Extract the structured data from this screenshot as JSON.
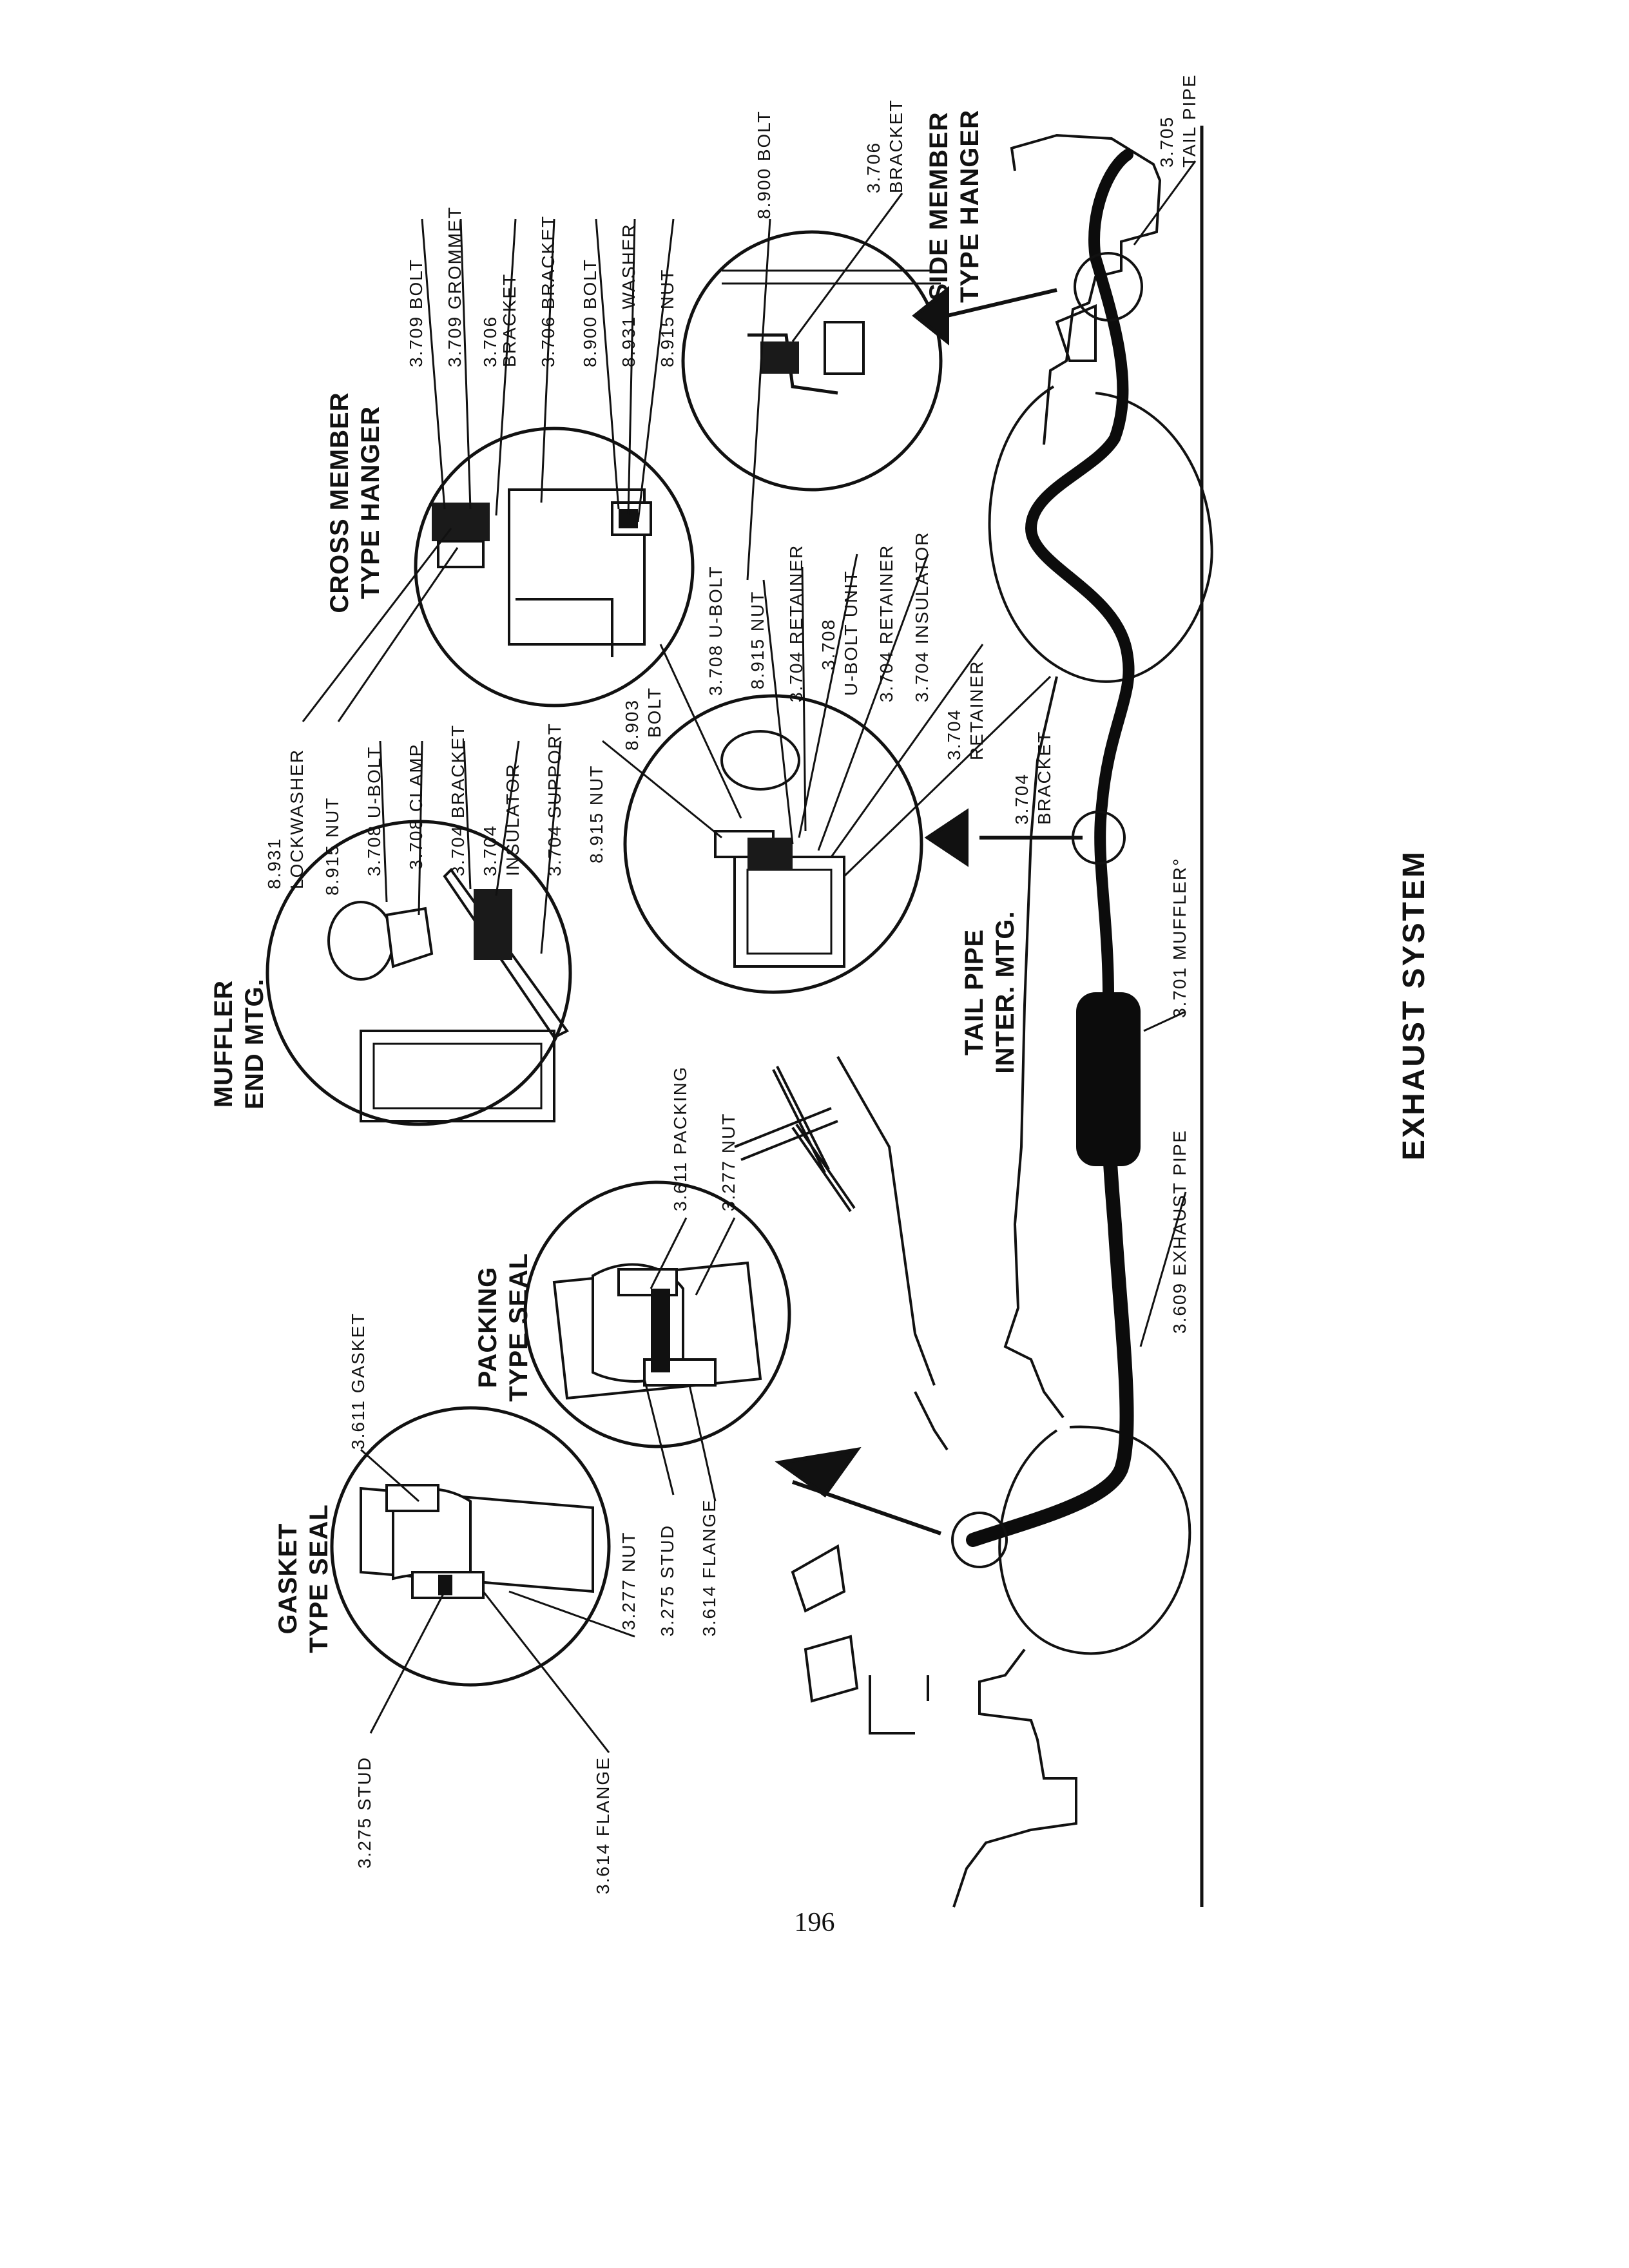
{
  "page": {
    "title": "EXHAUST SYSTEM",
    "page_number": "196"
  },
  "headings": {
    "gasket": [
      "GASKET",
      "TYPE SEAL"
    ],
    "packing": [
      "PACKING",
      "TYPE SEAL"
    ],
    "muffler": [
      "MUFFLER",
      "END MTG."
    ],
    "tailpipe": [
      "TAIL PIPE",
      "INTER. MTG."
    ],
    "crossmember": [
      "CROSS MEMBER",
      "TYPE HANGER"
    ],
    "sidemember": [
      "SIDE MEMBER",
      "TYPE HANGER"
    ]
  },
  "labels": {
    "gasket": [
      "3.611 GASKET",
      "3.275 STUD",
      "3.614 FLANGE",
      "3.277 NUT"
    ],
    "packing": [
      "3.611 PACKING",
      "3.277 NUT",
      "3.275 STUD",
      "3.614 FLANGE"
    ],
    "muffler": [
      "8.931",
      "LOCKWASHER",
      "8.915 NUT",
      "3.708 U-BOLT",
      "3.708 CLAMP",
      "3.704 BRACKET",
      "3.704",
      "INSULATOR",
      "3.704 SUPPORT",
      "8.915 NUT"
    ],
    "tailpipe": [
      "8.903",
      "BOLT",
      "3.708 U-BOLT",
      "8.915 NUT",
      "3.704 RETAINER",
      "3.708",
      "U-BOLT UNIT",
      "3.704 RETAINER",
      "3.704 INSULATOR",
      "3.704",
      "RETAINER",
      "3.704",
      "BRACKET"
    ],
    "crossmember": [
      "3.709 BOLT",
      "3.709 GROMMET",
      "3.706",
      "BRACKET",
      "3.706 BRACKET",
      "8.900 BOLT",
      "8.931 WASHER",
      "8.915 NUT"
    ],
    "sidemember": [
      "8.900 BOLT",
      "3.706",
      "BRACKET",
      "3.705",
      "TAIL PIPE"
    ],
    "main": [
      "3.609 EXHAUST PIPE",
      "3.701 MUFFLER°"
    ]
  },
  "colors": {
    "ink": "#111111",
    "paper": "#ffffff",
    "pipe": "#0c0c0c",
    "insulator": "#1a1a1a"
  }
}
